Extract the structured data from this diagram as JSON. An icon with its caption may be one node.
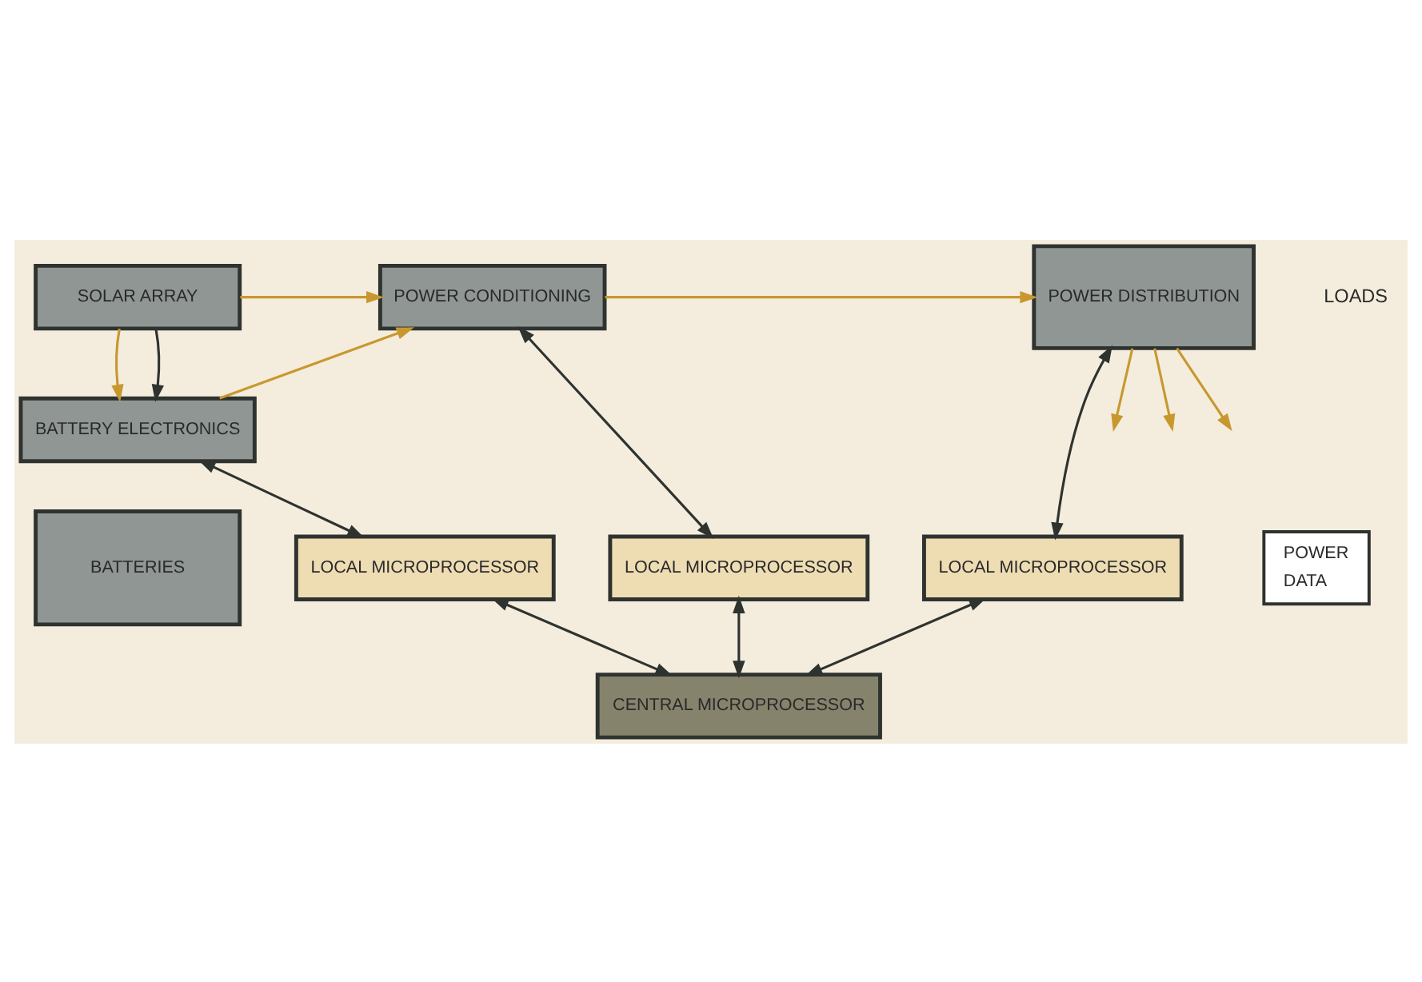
{
  "diagram": {
    "nodes": [
      {
        "text": [
          "SOLAR ARRAY"
        ]
      },
      {
        "text": [
          "BATTERY ELECTRONICS"
        ]
      },
      {
        "text": [
          "BATTERIES"
        ]
      },
      {
        "text": [
          "POWER CONDITIONING"
        ]
      },
      {
        "text": [
          "POWER DISTRIBUTION"
        ]
      },
      {
        "text": [
          "LOCAL MICROPROCESSOR"
        ]
      },
      {
        "text": [
          "LOCAL MICROPROCESSOR"
        ]
      },
      {
        "text": [
          "LOCAL MICROPROCESSOR"
        ]
      },
      {
        "text": [
          "CENTRAL MICROPROCESSOR"
        ]
      }
    ],
    "edges": [
      {
        "from": 0,
        "to": 3,
        "arrow": "to",
        "color": "#c8982f"
      },
      {
        "from": 0,
        "to": 1,
        "arrow": "to",
        "color": "#c8982f"
      },
      {
        "from": 1,
        "to": 3,
        "arrow": "to",
        "color": "#c8982f"
      },
      {
        "from": 0,
        "to": 1,
        "arrow": "to",
        "color": "#2f3330"
      },
      {
        "from": 3,
        "to": 4,
        "arrow": "to",
        "color": "#c8982f"
      },
      {
        "from": 4,
        "to": null,
        "arrow": "to",
        "color": "#c8982f"
      },
      {
        "from": 4,
        "to": null,
        "arrow": "to",
        "color": "#c8982f"
      },
      {
        "from": 4,
        "to": null,
        "arrow": "to",
        "color": "#c8982f"
      },
      {
        "from": 1,
        "to": 5,
        "arrow": "both",
        "color": "#2f3330"
      },
      {
        "from": 3,
        "to": 6,
        "arrow": "both",
        "color": "#2f3330"
      },
      {
        "from": 4,
        "to": 7,
        "arrow": "both",
        "color": "#2f3330"
      },
      {
        "from": 5,
        "to": 8,
        "arrow": "both",
        "color": "#2f3330"
      },
      {
        "from": 6,
        "to": 8,
        "arrow": "both",
        "color": "#2f3330"
      },
      {
        "from": 7,
        "to": 8,
        "arrow": "both",
        "color": "#2f3330"
      }
    ],
    "labels": [
      "LOADS"
    ],
    "legend": [
      {
        "text": "POWER"
      },
      {
        "text": "DATA"
      }
    ]
  }
}
